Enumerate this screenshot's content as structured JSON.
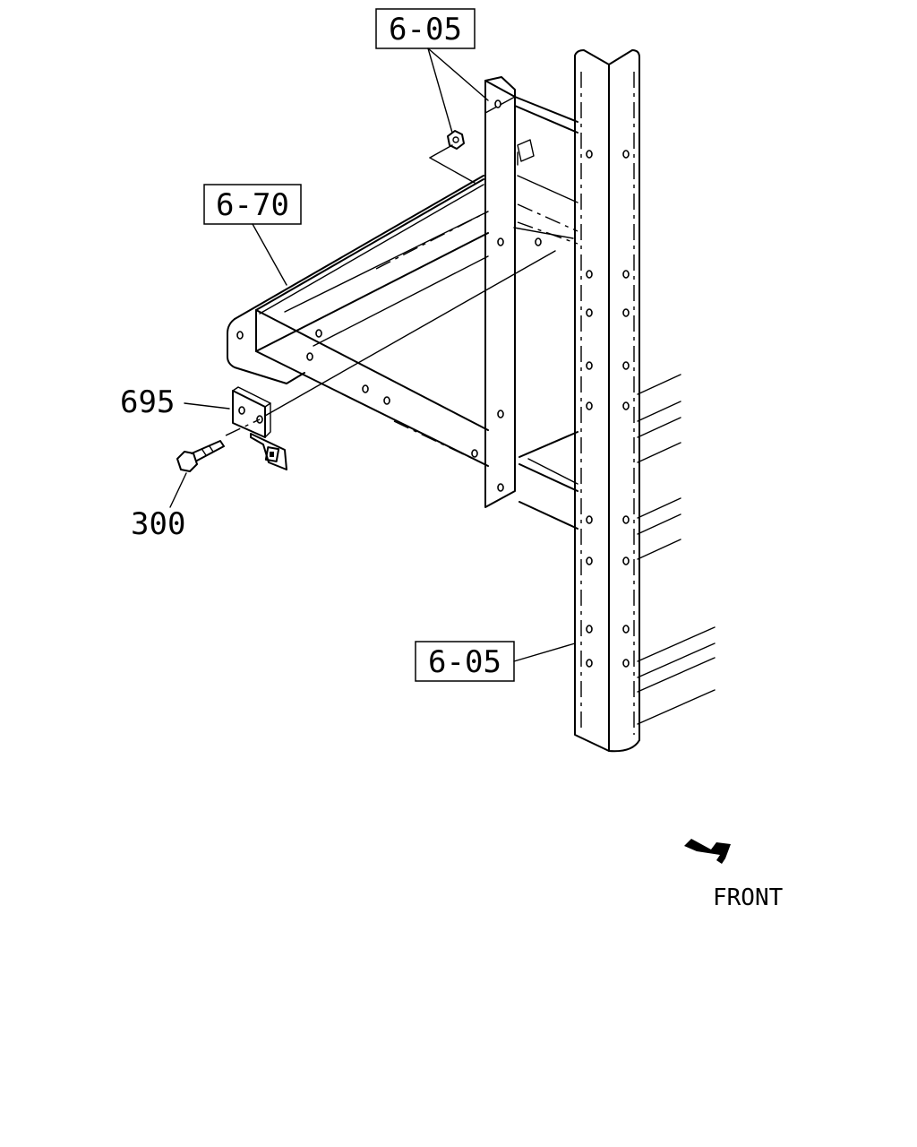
{
  "labels": {
    "top_ref": "6-05",
    "crossmember_ref": "6-70",
    "bracket_part": "695",
    "bolt_part": "300",
    "frame_ref": "6-05"
  },
  "direction": {
    "text": "FRONT",
    "icon": "arrow-icon"
  },
  "colors": {
    "ink": "#000000",
    "paper": "#ffffff"
  }
}
